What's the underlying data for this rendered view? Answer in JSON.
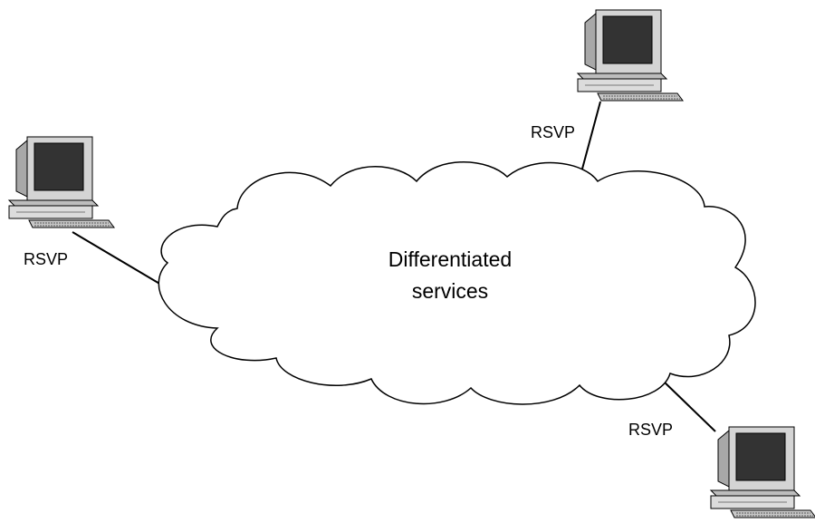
{
  "cloud": {
    "line1": "Differentiated",
    "line2": "services"
  },
  "computers": [
    {
      "id": "left",
      "link_label": "RSVP"
    },
    {
      "id": "top-right",
      "link_label": "RSVP"
    },
    {
      "id": "bottom-right",
      "link_label": "RSVP"
    }
  ],
  "colors": {
    "monitor_body": "#d4d4d4",
    "monitor_shade": "#a8a8a8",
    "screen": "#333333",
    "keyboard": "#c8c8c8",
    "outline": "#000000"
  },
  "icons": [
    "computer-icon",
    "cloud-icon"
  ]
}
